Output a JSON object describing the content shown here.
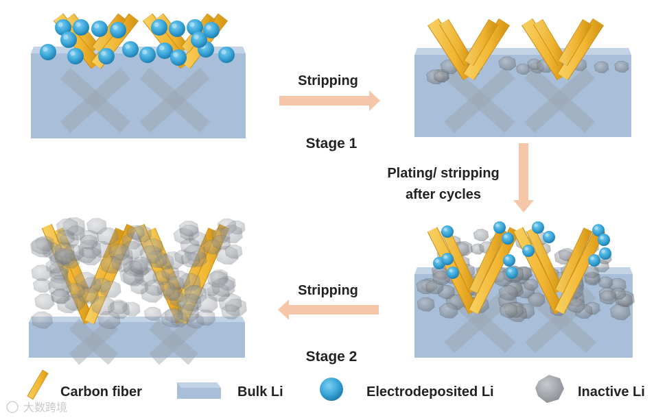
{
  "colors": {
    "bulk_li_front": "#a9bfd9",
    "bulk_li_top": "#c2d3e6",
    "bulk_li_side": "#8ea6c4",
    "carbon_fiber": "#f2b632",
    "carbon_fiber_edge": "#c88a10",
    "electrodeposited_li": "#3aa6d8",
    "electrodeposited_li_dark": "#1f7fb0",
    "inactive_li": "#8a8f96",
    "arrow": "#f6c6a8",
    "ghost_x": "#9ba3ad"
  },
  "arrows": {
    "stripping_stage1": "Stripping",
    "plating_stripping_line1": "Plating/ stripping",
    "plating_stripping_line2": "after cycles",
    "stripping_stage2": "Stripping"
  },
  "stages": {
    "stage1": "Stage 1",
    "stage2": "Stage 2"
  },
  "legend": {
    "carbon_fiber": "Carbon fiber",
    "bulk_li": "Bulk Li",
    "electrodeposited_li": "Electrodeposited Li",
    "inactive_li": "Inactive Li"
  },
  "watermark": "大数跨境"
}
